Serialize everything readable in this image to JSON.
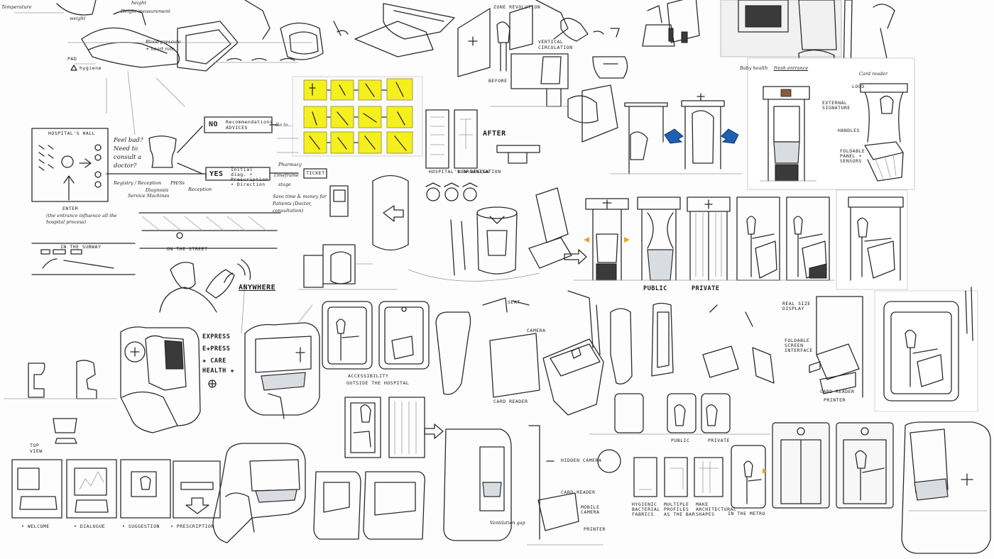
{
  "colors": {
    "accent_yellow": "#f5ef1e",
    "accent_blue": "#1f5fb3",
    "accent_orange": "#f0a21c",
    "ink": "#2a2a2a"
  },
  "hand_notes": {
    "temperature": "Temperature",
    "weight": "weight",
    "height": "height",
    "height_measurement": "Height measurement",
    "blood_pressure": "Blood pressure",
    "heart_rate": "+ heart rate",
    "pad": "PAD",
    "hygiene": "hygiene",
    "feel_bad": "Feel bad? Need to consult a doctor?",
    "no": "NO",
    "no_advices": "Recommendations ADVICES",
    "go_to": "Go to...",
    "yes": "YES",
    "yes_diagnosis": "Initial diag. • Prescription • Direction",
    "pharmacy": "Pharmacy",
    "timeframe": "Timeframe",
    "ticket": "TICKET",
    "stage": "stage",
    "save_time": "Save time & money for Patients (Doctor, consultation)",
    "hospital_hall": "HOSPITAL'S HALL",
    "enter": "ENTER",
    "entrance_note": "(the entrance influence all the hospital process)",
    "reception": "Reception",
    "registry": "Registry / Reception",
    "diagnosis": "Diagnosis",
    "service_machines": "Service Machines",
    "phs_note": "PH/Ss",
    "in_the_subway": "IN THE SUBWAY",
    "on_the_street": "ON THE STREET",
    "anywhere": "ANYWHERE",
    "zone_revolution": "ZONE REVOLUTION",
    "vertical_circulation": "VERTICAL CIRCULATION",
    "before": "BEFORE",
    "after": "AFTER",
    "baby_health": "Baby health",
    "fresh_entrance": "fresh entrance",
    "card_reader_top": "Card reader",
    "logo": "LOGO",
    "external_signature": "EXTERNAL SIGNATURE",
    "handles": "HANDLES",
    "foldable_panel": "FOLDABLE PANEL + SENSORS",
    "public": "PUBLIC",
    "private": "PRIVATE",
    "express": "EXPRESS",
    "e_press": "E✚PRESS",
    "care": "✚ CARE",
    "health": "HEALTH ✚",
    "top_view": "TOP VIEW",
    "welcome": "• WELCOME",
    "dialogue": "• DIALOGUE",
    "suggestion": "• SUGGESTION",
    "prescription": "• PRESCRIPTION",
    "seat": "SEAT",
    "camera": "CAMERA",
    "card_reader": "CARD READER",
    "accessibility": "ACCESSIBILITY",
    "outside_hospital": "OUTSIDE THE HOSPITAL",
    "real_size_display": "REAL SIZE DISPLAY",
    "foldable_screen": "FOLDABLE SCREEN INTERFACE",
    "card_reader_2": "CARD READER",
    "printer": "PRINTER",
    "hidden_camera": "HIDDEN CAMERA",
    "card_reader_3": "CARD READER",
    "mobile_camera": "MOBILE CAMERA",
    "printer_2": "PRINTER",
    "public_2": "PUBLIC",
    "private_2": "PRIVATE",
    "in_the_metro": "IN THE METRO",
    "caption_1": "HYGIENIC BACTERIAL FABRICS",
    "caption_2": "MULTIPLE PROFILES AS THE BAR",
    "caption_3": "MAKE ARCHITECTURAL SHAPES",
    "ventilation_gap": "Ventilation gap",
    "hospital_organisation": "HOSPITAL'S ORGANISATION",
    "new_design": "NEW DESIGN"
  }
}
